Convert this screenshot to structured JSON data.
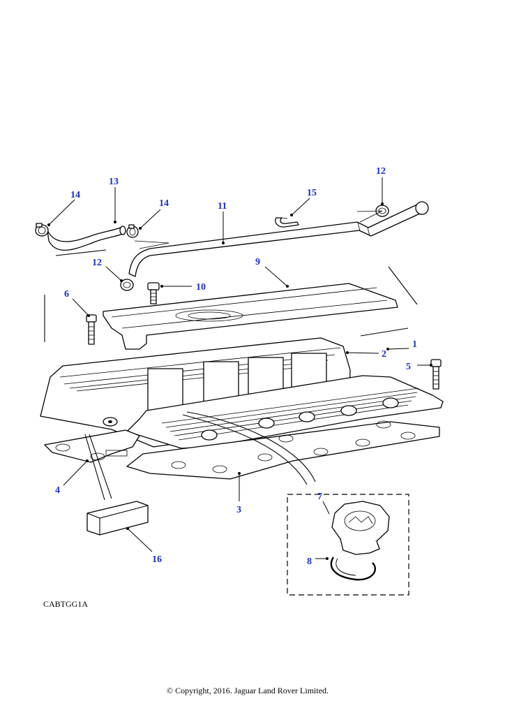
{
  "diagram": {
    "code": "CABTGG1A",
    "copyright": "© Copyright, 2016. Jaguar Land Rover Limited.",
    "callouts": [
      "1",
      "2",
      "3",
      "4",
      "5",
      "6",
      "7",
      "8",
      "9",
      "10",
      "11",
      "12",
      "12",
      "13",
      "14",
      "14",
      "15",
      "16"
    ]
  },
  "colors": {
    "callout": "#1a2fd0",
    "linework": "#000000",
    "background": "#ffffff"
  }
}
